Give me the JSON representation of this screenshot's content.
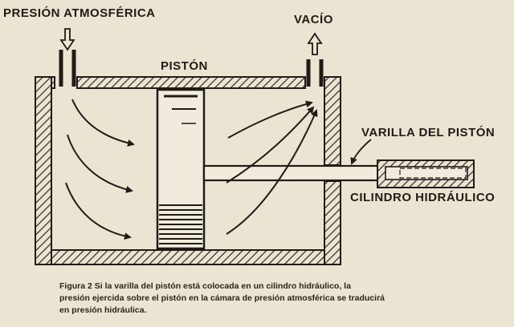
{
  "labels": {
    "atmospheric_pressure": "PRESIÓN ATMOSFÉRICA",
    "vacuum": "VACÍO",
    "piston": "PISTÓN",
    "piston_rod": "VARILLA DEL PISTÓN",
    "hydraulic_cylinder": "CILINDRO HIDRÁULICO"
  },
  "caption": {
    "line1": "Figura 2  Si la varilla del pistón está colocada en un cilindro hidráulico, la",
    "line2": "presión ejercida sobre el pistón en la cámara de presión atmosférica se traducirá",
    "line3": "en presión hidráulica."
  },
  "colors": {
    "background": "#ece4d3",
    "ink": "#1f1b16",
    "hatch": "#3a332b"
  },
  "icons": {
    "inlet_arrow": "arrow-down-icon",
    "outlet_arrow": "arrow-up-icon"
  }
}
